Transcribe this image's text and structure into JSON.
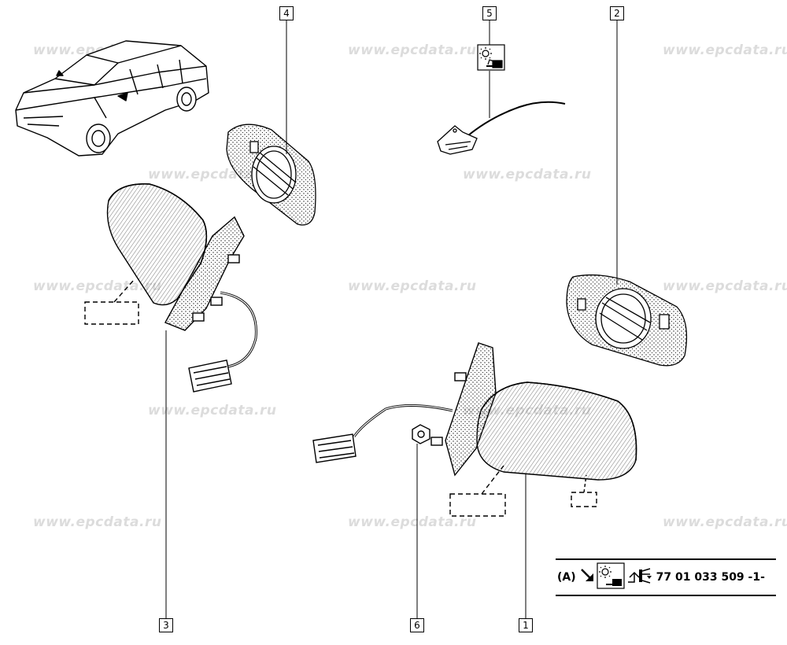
{
  "watermark": "www.epcdata.ru",
  "callouts": {
    "c1": "1",
    "c2": "2",
    "c3": "3",
    "c4": "4",
    "c5": "5",
    "c6": "6"
  },
  "reference": {
    "label": "(A)",
    "part_number": "77 01 033 509 -1-",
    "icons": [
      "arrow-down-right-icon",
      "electric-mirror-icon",
      "mirror-adjust-icon"
    ]
  }
}
